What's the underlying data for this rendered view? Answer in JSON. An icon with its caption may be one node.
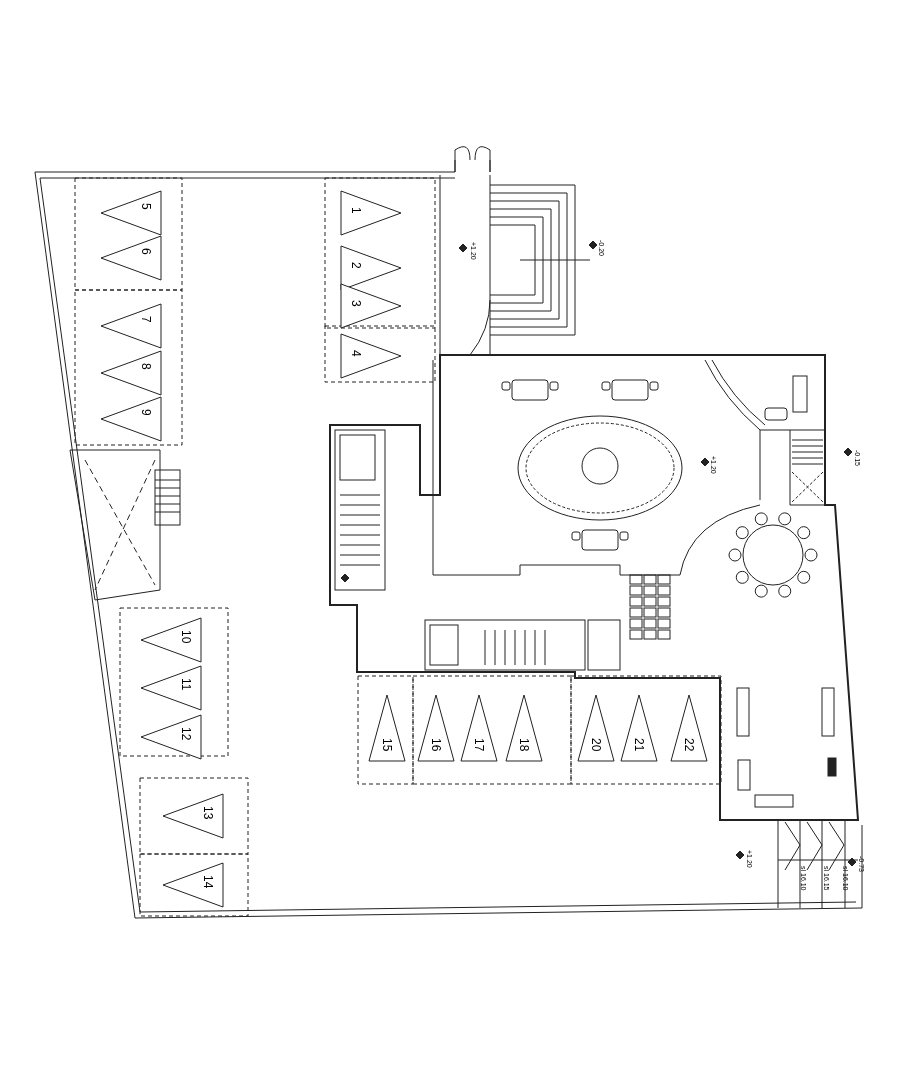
{
  "diagram": {
    "nodes": [
      {
        "text": [
          "5"
        ]
      },
      {
        "text": [
          "6"
        ]
      },
      {
        "text": [
          "7"
        ]
      },
      {
        "text": [
          "8"
        ]
      },
      {
        "text": [
          "9"
        ]
      },
      {
        "text": [
          "1"
        ]
      },
      {
        "text": [
          "2"
        ]
      },
      {
        "text": [
          "3"
        ]
      },
      {
        "text": [
          "4"
        ]
      },
      {
        "text": [
          "10"
        ]
      },
      {
        "text": [
          "11"
        ]
      },
      {
        "text": [
          "12"
        ]
      },
      {
        "text": [
          "13"
        ]
      },
      {
        "text": [
          "14"
        ]
      },
      {
        "text": [
          "15"
        ]
      },
      {
        "text": [
          "16"
        ]
      },
      {
        "text": [
          "17"
        ]
      },
      {
        "text": [
          "18"
        ]
      },
      {
        "text": [
          "20"
        ]
      },
      {
        "text": [
          "21"
        ]
      },
      {
        "text": [
          "22"
        ]
      }
    ],
    "edges": [],
    "labels": [
      "+1.20",
      "-0.20",
      "+1.20",
      "-0.15",
      "+1.20",
      "sl 16.10",
      "sl 16.15",
      "sl 16.10",
      "-0.73"
    ]
  }
}
